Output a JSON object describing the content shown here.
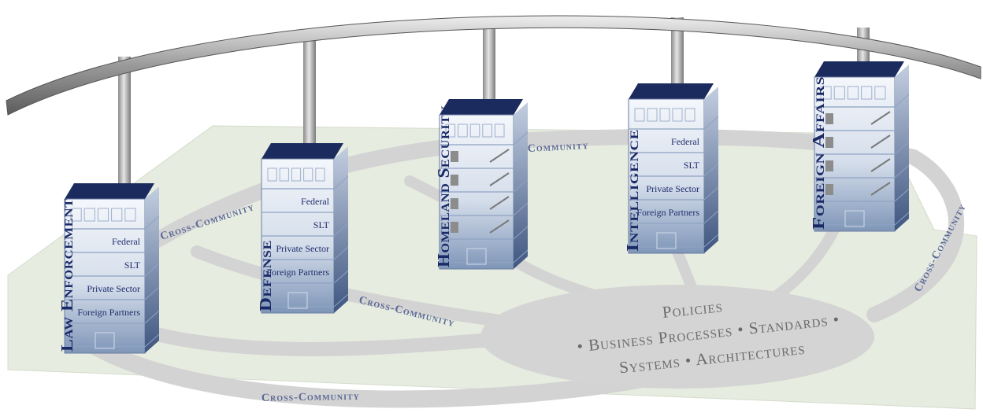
{
  "buildings": [
    {
      "name": "Law Enforcement",
      "floors": [
        "Federal",
        "SLT",
        "Private Sector",
        "Foreign Partners"
      ]
    },
    {
      "name": "Defense",
      "floors": [
        "Federal",
        "SLT",
        "Private Sector",
        "Foreign Partners"
      ]
    },
    {
      "name": "Homeland Security",
      "floors": []
    },
    {
      "name": "Intelligence",
      "floors": [
        "Federal",
        "SLT",
        "Private Sector",
        "Foreign Partners"
      ]
    },
    {
      "name": "Foreign Affairs",
      "floors": []
    }
  ],
  "roads": {
    "cross_community_a": "Cross-Community",
    "cross_community_b": "Cross-Community",
    "community": "Community",
    "cross_community_c": "Cross-Community",
    "cross_community_d": "Cross-Community"
  },
  "hub": {
    "line1": "Policies",
    "line2": "• Business Processes • Standards •",
    "line3": "Systems • Architectures"
  },
  "colors": {
    "ground": "#e6ece0",
    "road": "#d6d6d6",
    "roof": "#1c2b5e",
    "building": "#d9e2ee",
    "text_navy": "#1b2a66"
  }
}
